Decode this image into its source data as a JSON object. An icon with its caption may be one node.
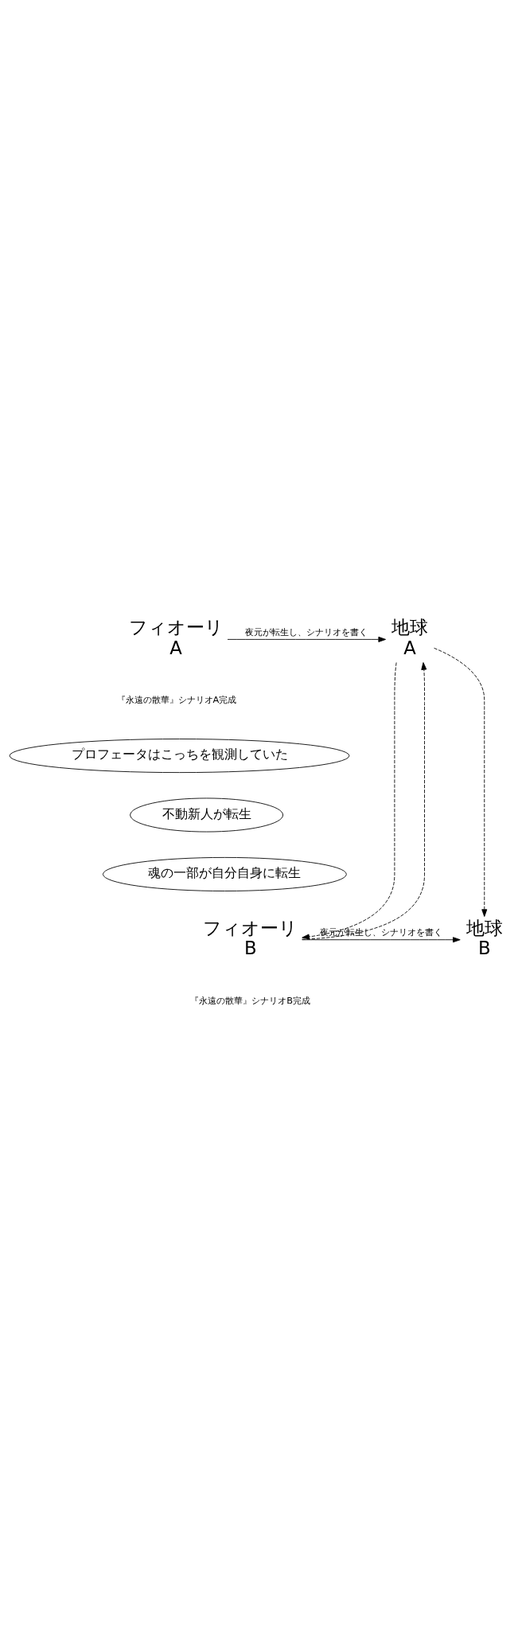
{
  "diagram": {
    "nodes": [
      {
        "text": [
          "フィオーリ",
          "A"
        ]
      },
      {
        "text": [
          "地球",
          "A"
        ]
      },
      {
        "text": [
          "プロフェータはこっちを観測していた"
        ]
      },
      {
        "text": [
          "不動新人が転生"
        ]
      },
      {
        "text": [
          "魂の一部が自分自身に転生"
        ]
      },
      {
        "text": [
          "フィオーリ",
          "B"
        ]
      },
      {
        "text": [
          "地球",
          "B"
        ]
      }
    ],
    "edges": [
      {
        "from": 0,
        "to": 1,
        "arrow": "to",
        "label": "夜元が転生し、シナリオを書く"
      },
      {
        "from": 5,
        "to": 1,
        "arrow": "to",
        "style": "dashed"
      },
      {
        "from": 1,
        "to": 5,
        "arrow": "to",
        "style": "dashed"
      },
      {
        "from": 1,
        "to": 6,
        "arrow": "to",
        "style": "dashed"
      },
      {
        "from": 5,
        "to": 6,
        "arrow": "to",
        "label": "夜元が転生し、シナリオを書く"
      }
    ],
    "labels": [
      "『永遠の散華』シナリオA完成",
      "『永遠の散華』シナリオB完成"
    ]
  }
}
